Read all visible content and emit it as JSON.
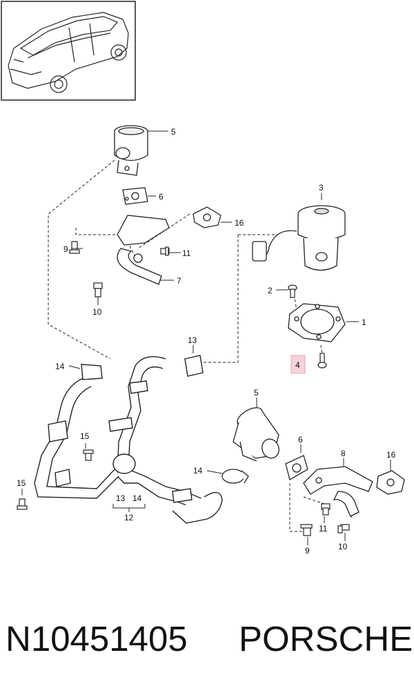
{
  "callouts": {
    "c5_top": "5",
    "c6_top": "6",
    "c16_top": "16",
    "c9_top": "9",
    "c11_top": "11",
    "c7": "7",
    "c10_top": "10",
    "c3": "3",
    "c2": "2",
    "c1": "1",
    "c4": "4",
    "c13_top": "13",
    "c14_left": "14",
    "c15_mid": "15",
    "c15_low": "15",
    "c13_group": "13",
    "c14_group": "14",
    "c12": "12",
    "c5_bottom": "5",
    "c6_bottom": "6",
    "c8": "8",
    "c16_bottom": "16",
    "c14_bottom": "14",
    "c11_bottom": "11",
    "c9_bottom": "9",
    "c10_bottom": "10"
  },
  "footer": {
    "part_number": "N10451405",
    "brand": "PORSCHE"
  },
  "colors": {
    "line": "#222222",
    "highlight_box": "#f6d3d8",
    "highlight_border": "#e8a3ad"
  }
}
